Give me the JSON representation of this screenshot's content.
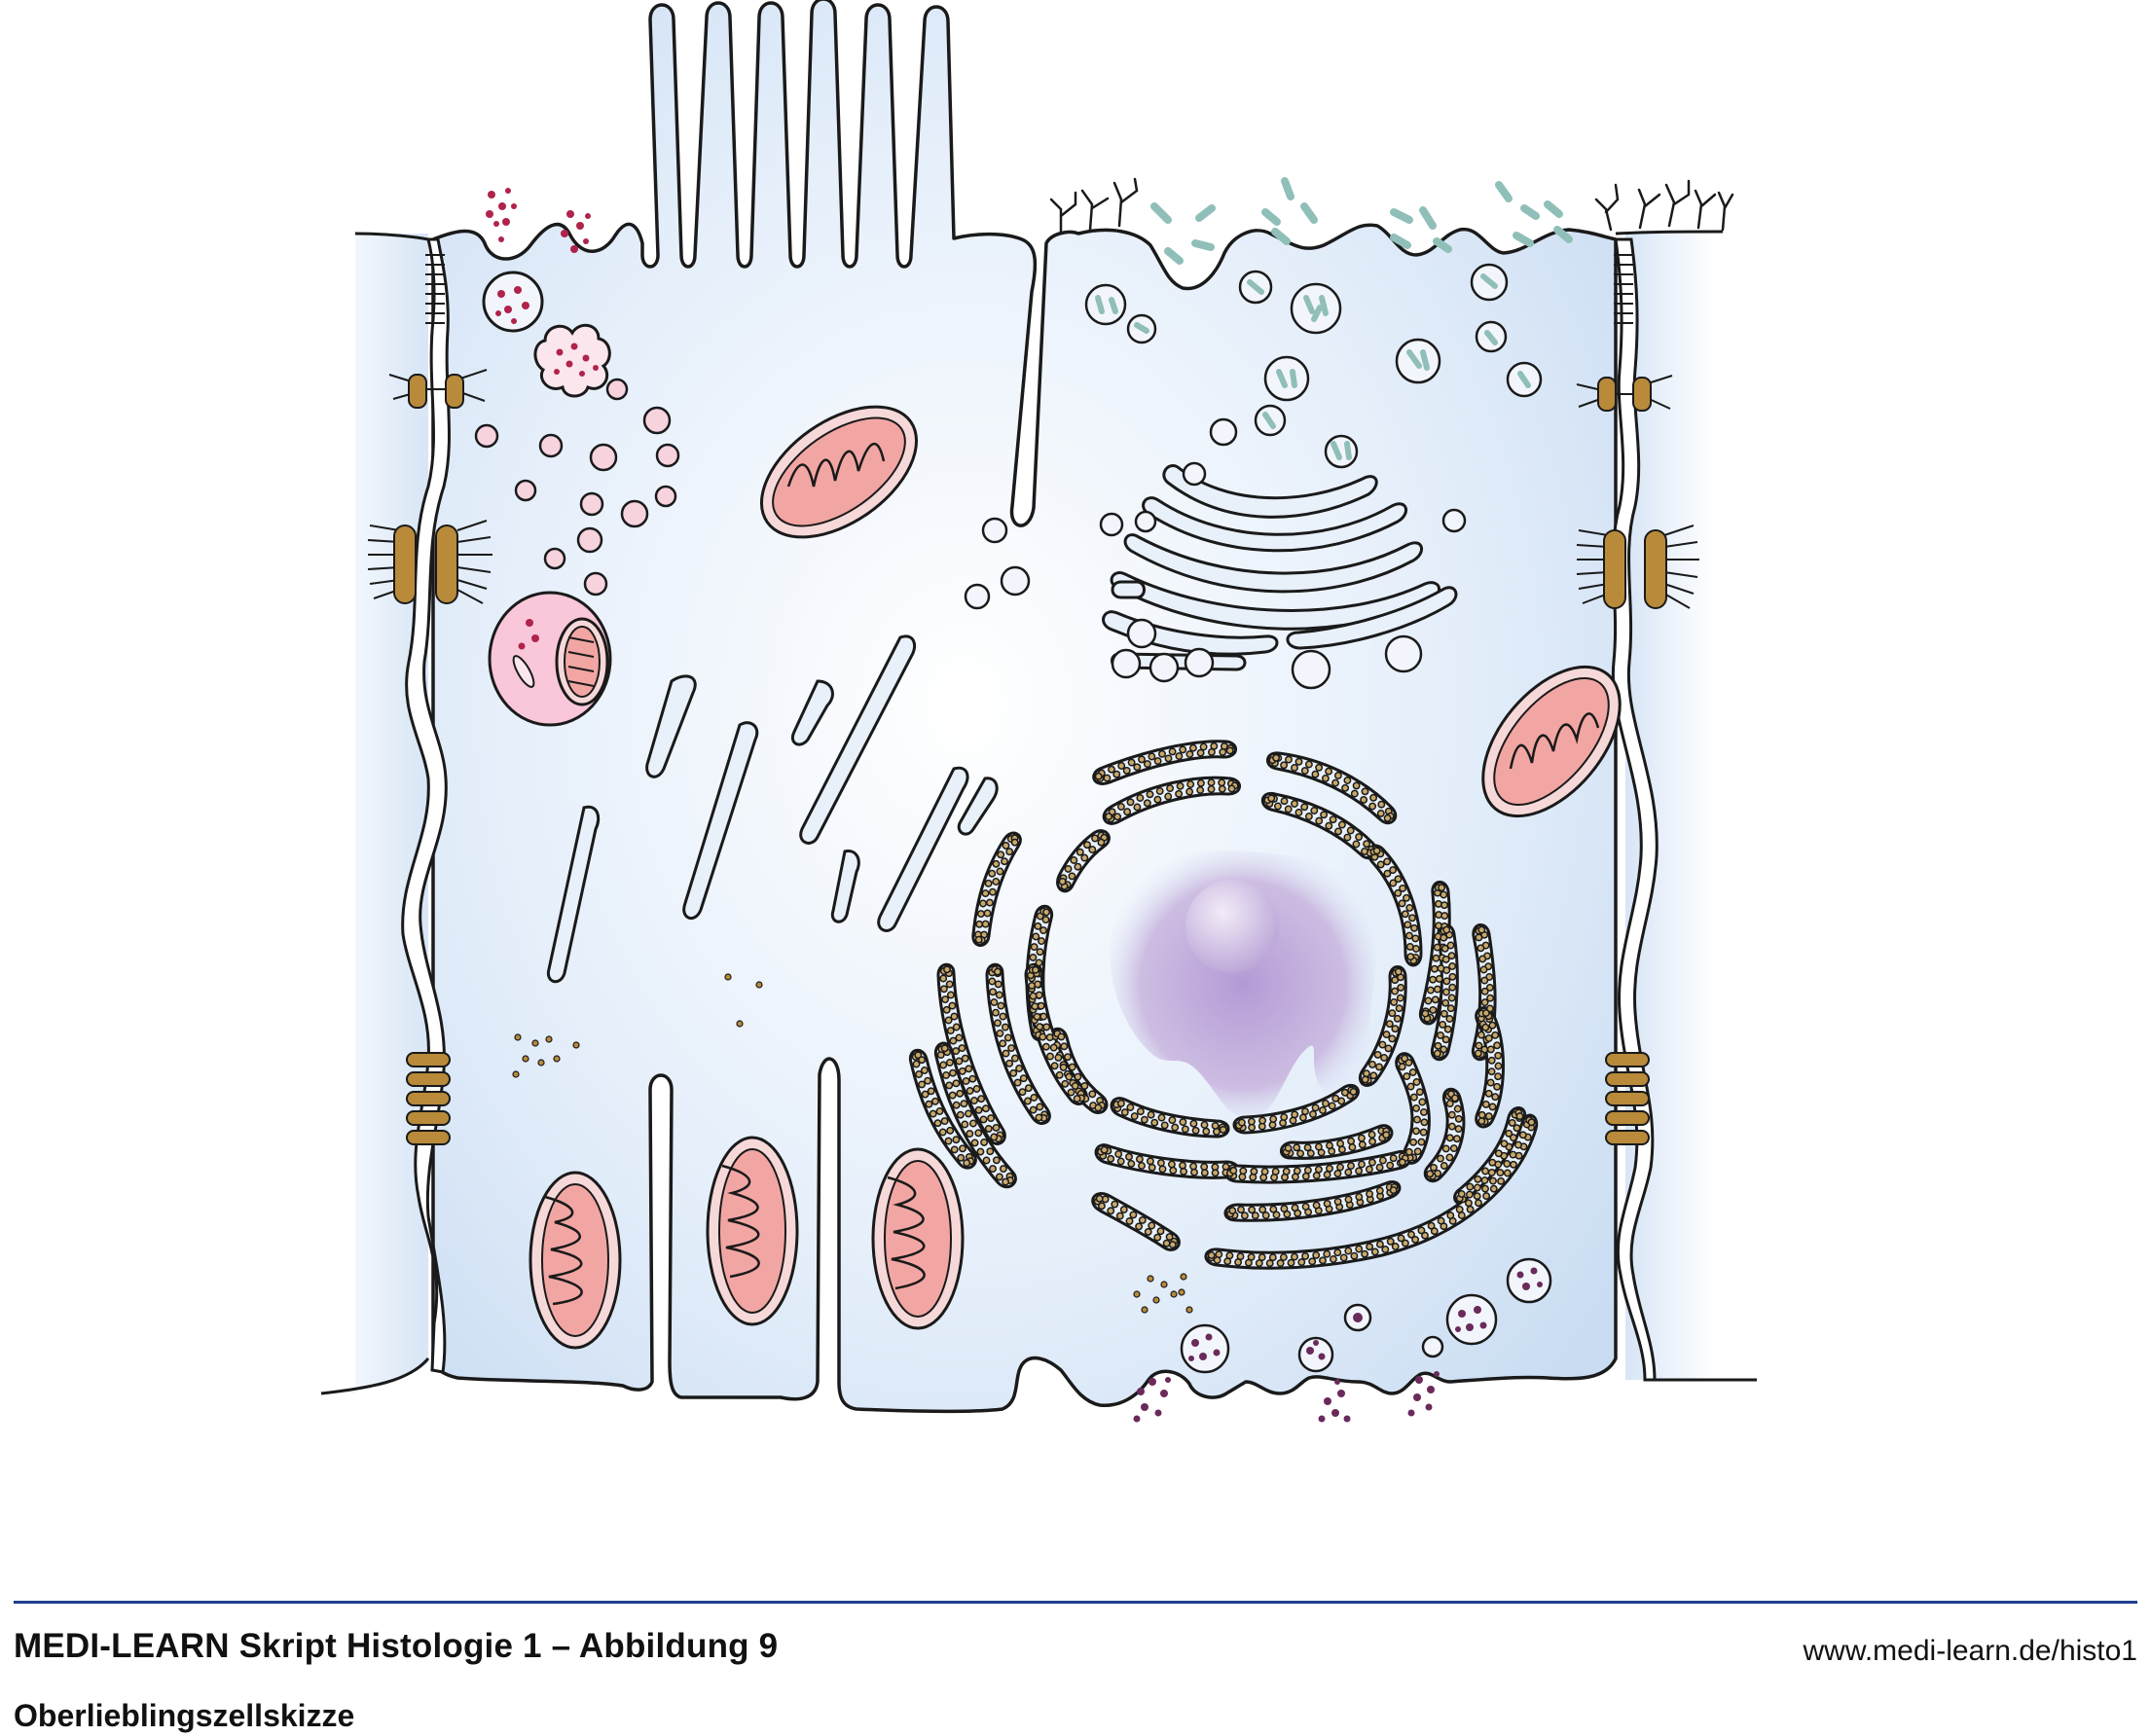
{
  "caption": {
    "title": "MEDI-LEARN Skript Histologie 1 – Abbildung 9",
    "subtitle": "Oberlieblingszellskizze",
    "url": "www.medi-learn.de/histo1"
  },
  "colors": {
    "cytoplasm": "#dde9f8",
    "membrane": "#1a1a1a",
    "mitochondria_fill": "#f2a6a3",
    "mitochondria_outer": "#f7d8d8",
    "junction": "#b88a3a",
    "vesicle_pink": "#f7d3de",
    "granule_red": "#b0234a",
    "vesicle_teal": "#8fbfb8",
    "granule_purple": "#6a2a5a",
    "nucleus": "#c7b3dd",
    "nucleolus": "#e6ddf0",
    "rule": "#1f3f8f"
  },
  "icons": [
    "cell-diagram-icon"
  ]
}
